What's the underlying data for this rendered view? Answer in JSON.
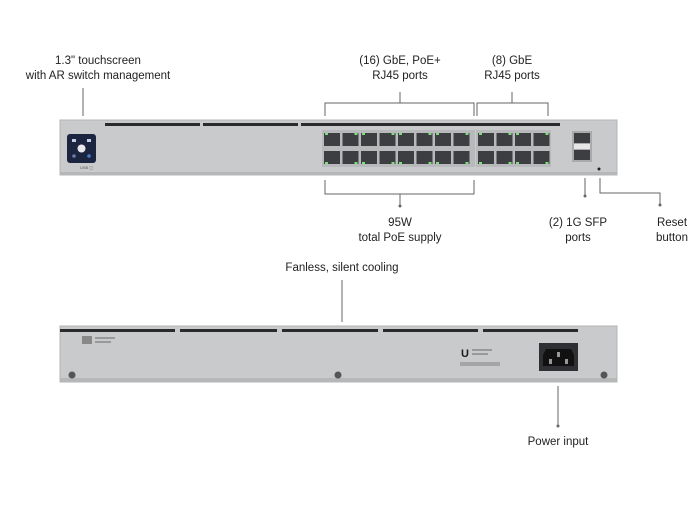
{
  "callouts": {
    "touchscreen": [
      "1.3\" touchscreen",
      "with AR switch management"
    ],
    "poe_ports": [
      "(16) GbE, PoE+",
      "RJ45 ports"
    ],
    "gbe_ports": [
      "(8) GbE",
      "RJ45 ports"
    ],
    "poe_supply": [
      "95W",
      "total PoE supply"
    ],
    "sfp": [
      "(2) 1G SFP",
      "ports"
    ],
    "reset": [
      "Reset",
      "button"
    ],
    "cooling": "Fanless, silent cooling",
    "power": "Power input"
  },
  "ports": {
    "poe_count": 16,
    "gbe_count": 8,
    "sfp_count": 2
  },
  "colors": {
    "chassis": "#c9cacc",
    "port": "#3c3e41",
    "led": "#7be07b",
    "screen": "#1c2540"
  }
}
